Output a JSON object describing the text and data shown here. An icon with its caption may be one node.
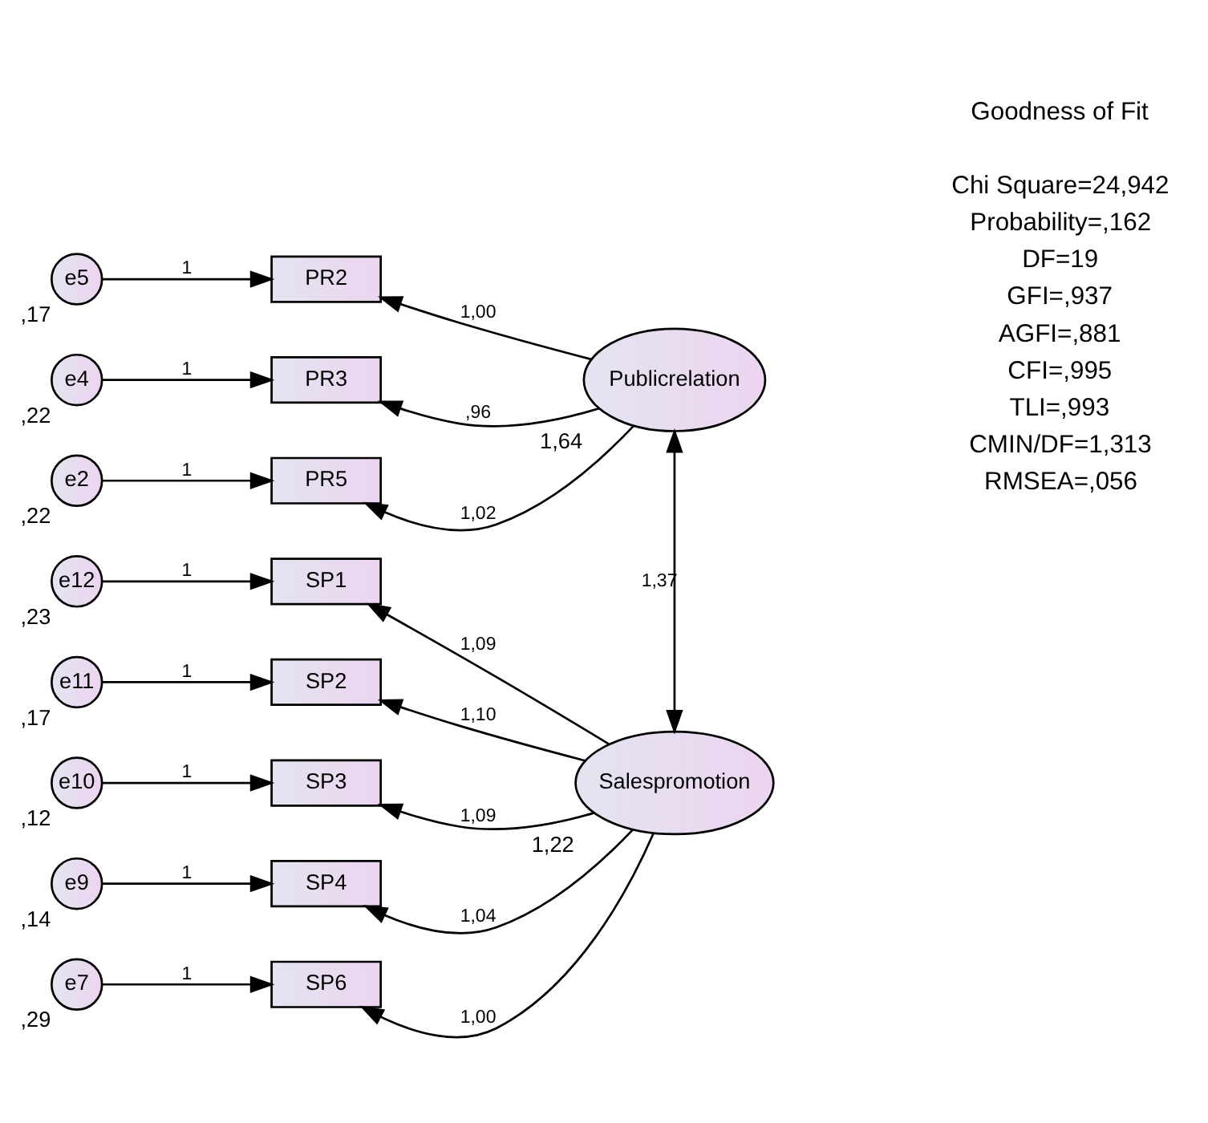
{
  "diagram": {
    "nodes": [
      {
        "text": [
          "e5"
        ],
        "beside": [
          ",17"
        ]
      },
      {
        "text": [
          "PR2"
        ]
      },
      {
        "text": [
          "e4"
        ],
        "beside": [
          ",22"
        ]
      },
      {
        "text": [
          "PR3"
        ]
      },
      {
        "text": [
          "Publicrelation"
        ],
        "beside": [
          "1,64"
        ]
      },
      {
        "text": [
          "e2"
        ],
        "beside": [
          ",22"
        ]
      },
      {
        "text": [
          "PR5"
        ]
      },
      {
        "text": [
          "e12"
        ],
        "beside": [
          ",23"
        ]
      },
      {
        "text": [
          "SP1"
        ]
      },
      {
        "text": [
          "e11"
        ],
        "beside": [
          ",17"
        ]
      },
      {
        "text": [
          "SP2"
        ]
      },
      {
        "text": [
          "e10"
        ],
        "beside": [
          ",12"
        ]
      },
      {
        "text": [
          "SP3"
        ]
      },
      {
        "text": [
          "e9"
        ],
        "beside": [
          ",14"
        ]
      },
      {
        "text": [
          "SP4"
        ]
      },
      {
        "text": [
          "Salespromotion"
        ],
        "beside": [
          "1,22"
        ]
      },
      {
        "text": [
          "e7"
        ],
        "beside": [
          ",29"
        ]
      },
      {
        "text": [
          "SP6"
        ]
      }
    ],
    "edges": [
      {
        "from": 0,
        "to": 1,
        "arrow": "to",
        "label": "1"
      },
      {
        "from": 2,
        "to": 3,
        "arrow": "to",
        "label": "1"
      },
      {
        "from": 5,
        "to": 6,
        "arrow": "to",
        "label": "1"
      },
      {
        "from": 4,
        "to": 1,
        "arrow": "to",
        "label": "1,00"
      },
      {
        "from": 4,
        "to": 3,
        "arrow": "to",
        "label": ",96"
      },
      {
        "from": 4,
        "to": 6,
        "arrow": "to",
        "label": "1,02"
      },
      {
        "from": 7,
        "to": 8,
        "arrow": "to",
        "label": "1"
      },
      {
        "from": 9,
        "to": 10,
        "arrow": "to",
        "label": "1"
      },
      {
        "from": 11,
        "to": 12,
        "arrow": "to",
        "label": "1"
      },
      {
        "from": 13,
        "to": 14,
        "arrow": "to",
        "label": "1"
      },
      {
        "from": 16,
        "to": 17,
        "arrow": "to",
        "label": "1"
      },
      {
        "from": 15,
        "to": 8,
        "arrow": "to",
        "label": "1,09"
      },
      {
        "from": 15,
        "to": 10,
        "arrow": "to",
        "label": "1,10"
      },
      {
        "from": 15,
        "to": 12,
        "arrow": "to",
        "label": "1,09"
      },
      {
        "from": 15,
        "to": 14,
        "arrow": "to",
        "label": "1,04"
      },
      {
        "from": 15,
        "to": 17,
        "arrow": "to",
        "label": "1,00"
      },
      {
        "from": 4,
        "to": 15,
        "arrow": "both",
        "label": "1,37"
      }
    ],
    "labels": [
      "Goodness of Fit",
      "Chi Square=24,942",
      "Probability=,162",
      "DF=19",
      "GFI=,937",
      "AGFI=,881",
      "CFI=,995",
      "TLI=,993",
      "CMIN/DF=1,313",
      "RMSEA=,056"
    ]
  }
}
